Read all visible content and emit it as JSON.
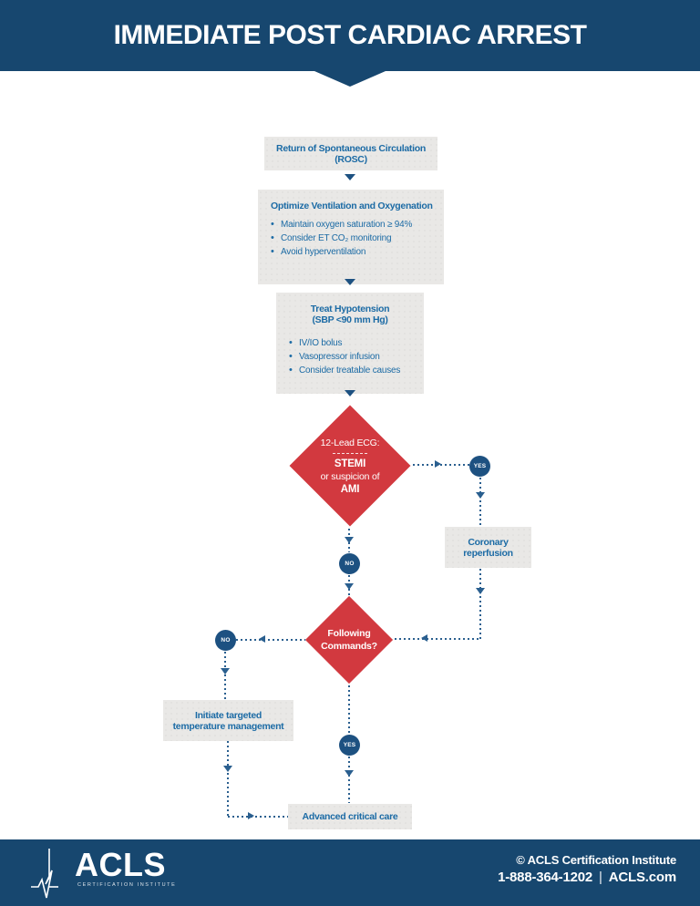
{
  "header": {
    "title": "IMMEDIATE POST CARDIAC ARREST"
  },
  "flow": {
    "rosc": {
      "line1": "Return of Spontaneous Circulation",
      "line2": "(ROSC)"
    },
    "optimize": {
      "title": "Optimize Ventilation and Oxygenation",
      "bullets": [
        "Maintain oxygen saturation ≥ 94%",
        "Consider ET CO₂ monitoring",
        "Avoid hyperventilation"
      ]
    },
    "hypotension": {
      "title": "Treat Hypotension",
      "subtitle": "(SBP <90 mm Hg)",
      "bullets": [
        "IV/IO bolus",
        "Vasopressor infusion",
        "Consider treatable causes"
      ]
    },
    "ecg_diamond": {
      "line1": "12-Lead ECG:",
      "line2": "STEMI",
      "line3": "or suspicion of",
      "line4": "AMI"
    },
    "commands_diamond": {
      "line1": "Following",
      "line2": "Commands?"
    },
    "coronary": {
      "line1": "Coronary",
      "line2": "reperfusion"
    },
    "initiate": {
      "line1": "Initiate targeted",
      "line2": "temperature management"
    },
    "advanced": {
      "label": "Advanced critical care"
    },
    "labels": {
      "yes": "YES",
      "no": "NO"
    }
  },
  "footer": {
    "logo_text": "ACLS",
    "logo_subtext": "CERTIFICATION INSTITUTE",
    "copyright": "© ACLS Certification Institute",
    "phone": "1-888-364-1202",
    "separator": "|",
    "website": "ACLS.com"
  },
  "colors": {
    "navy": "#17476f",
    "red": "#d2393f",
    "box_text_blue": "#1c6ba5",
    "badge_navy": "#1d5181",
    "connector_blue": "#2a5f8f",
    "box_gray": "#e9e8e6"
  }
}
